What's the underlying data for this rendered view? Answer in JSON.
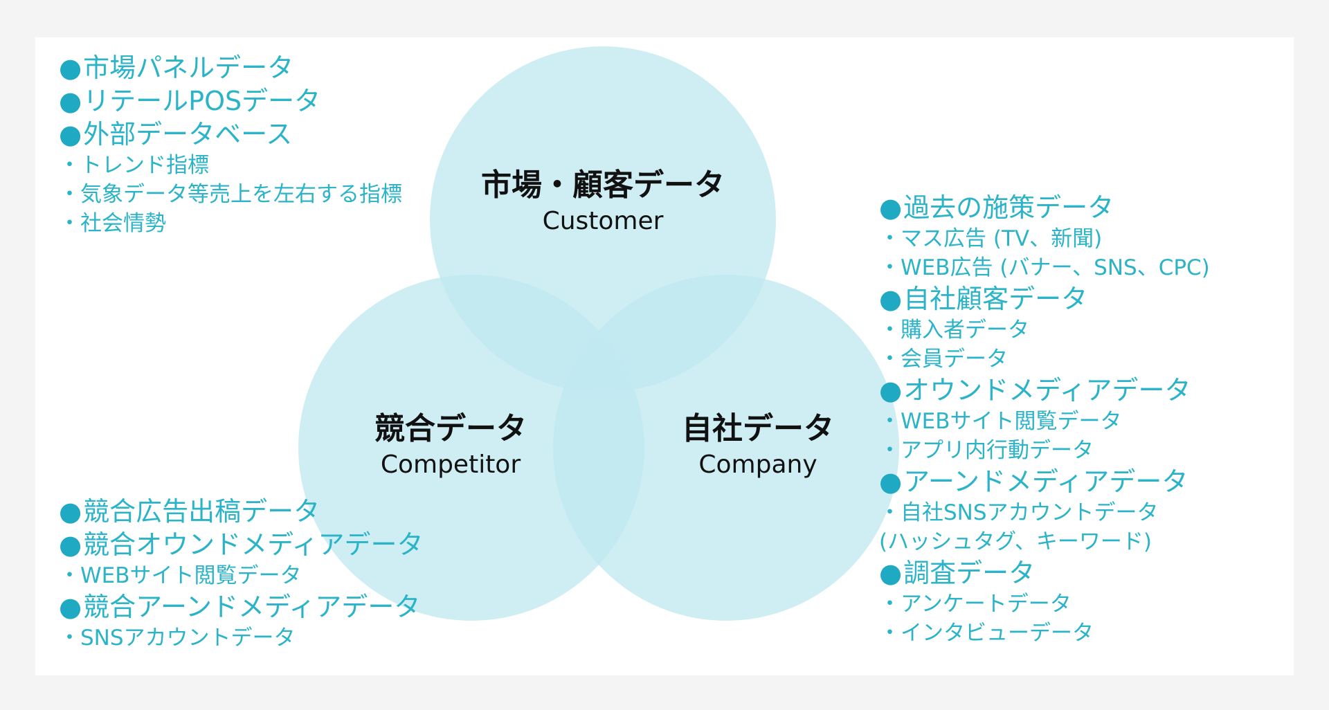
{
  "colors": {
    "circle_fill": "#bfe8f0",
    "text_accent": "#2bb3c8",
    "bullet": "#1fa9c2",
    "label_text": "#111111"
  },
  "circles": {
    "customer": {
      "title": "市場・顧客データ",
      "subtitle": "Customer"
    },
    "competitor": {
      "title": "競合データ",
      "subtitle": "Competitor"
    },
    "company": {
      "title": "自社データ",
      "subtitle": "Company"
    }
  },
  "lists": {
    "customer": {
      "headings": [
        "市場パネルデータ",
        "リテールPOSデータ",
        "外部データベース"
      ],
      "subs": [
        "トレンド指標",
        "気象データ等売上を左右する指標",
        "社会情勢"
      ]
    },
    "competitor": {
      "h1": "競合広告出稿データ",
      "h2": "競合オウンドメディアデータ",
      "s2": "WEBサイト閲覧データ",
      "h3": "競合アーンドメディアデータ",
      "s3": "SNSアカウントデータ"
    },
    "company": {
      "h1": "過去の施策データ",
      "s1a": "マス広告 (TV、新聞)",
      "s1b": "WEB広告 (バナー、SNS、CPC)",
      "h2": "自社顧客データ",
      "s2a": "購入者データ",
      "s2b": "会員データ",
      "h3": "オウンドメディアデータ",
      "s3a": "WEBサイト閲覧データ",
      "s3b": "アプリ内行動データ",
      "h4": "アーンドメディアデータ",
      "s4a": "自社SNSアカウントデータ",
      "s4b": "(ハッシュタグ、キーワード)",
      "h5": "調査データ",
      "s5a": "アンケートデータ",
      "s5b": "インタビューデータ"
    }
  }
}
